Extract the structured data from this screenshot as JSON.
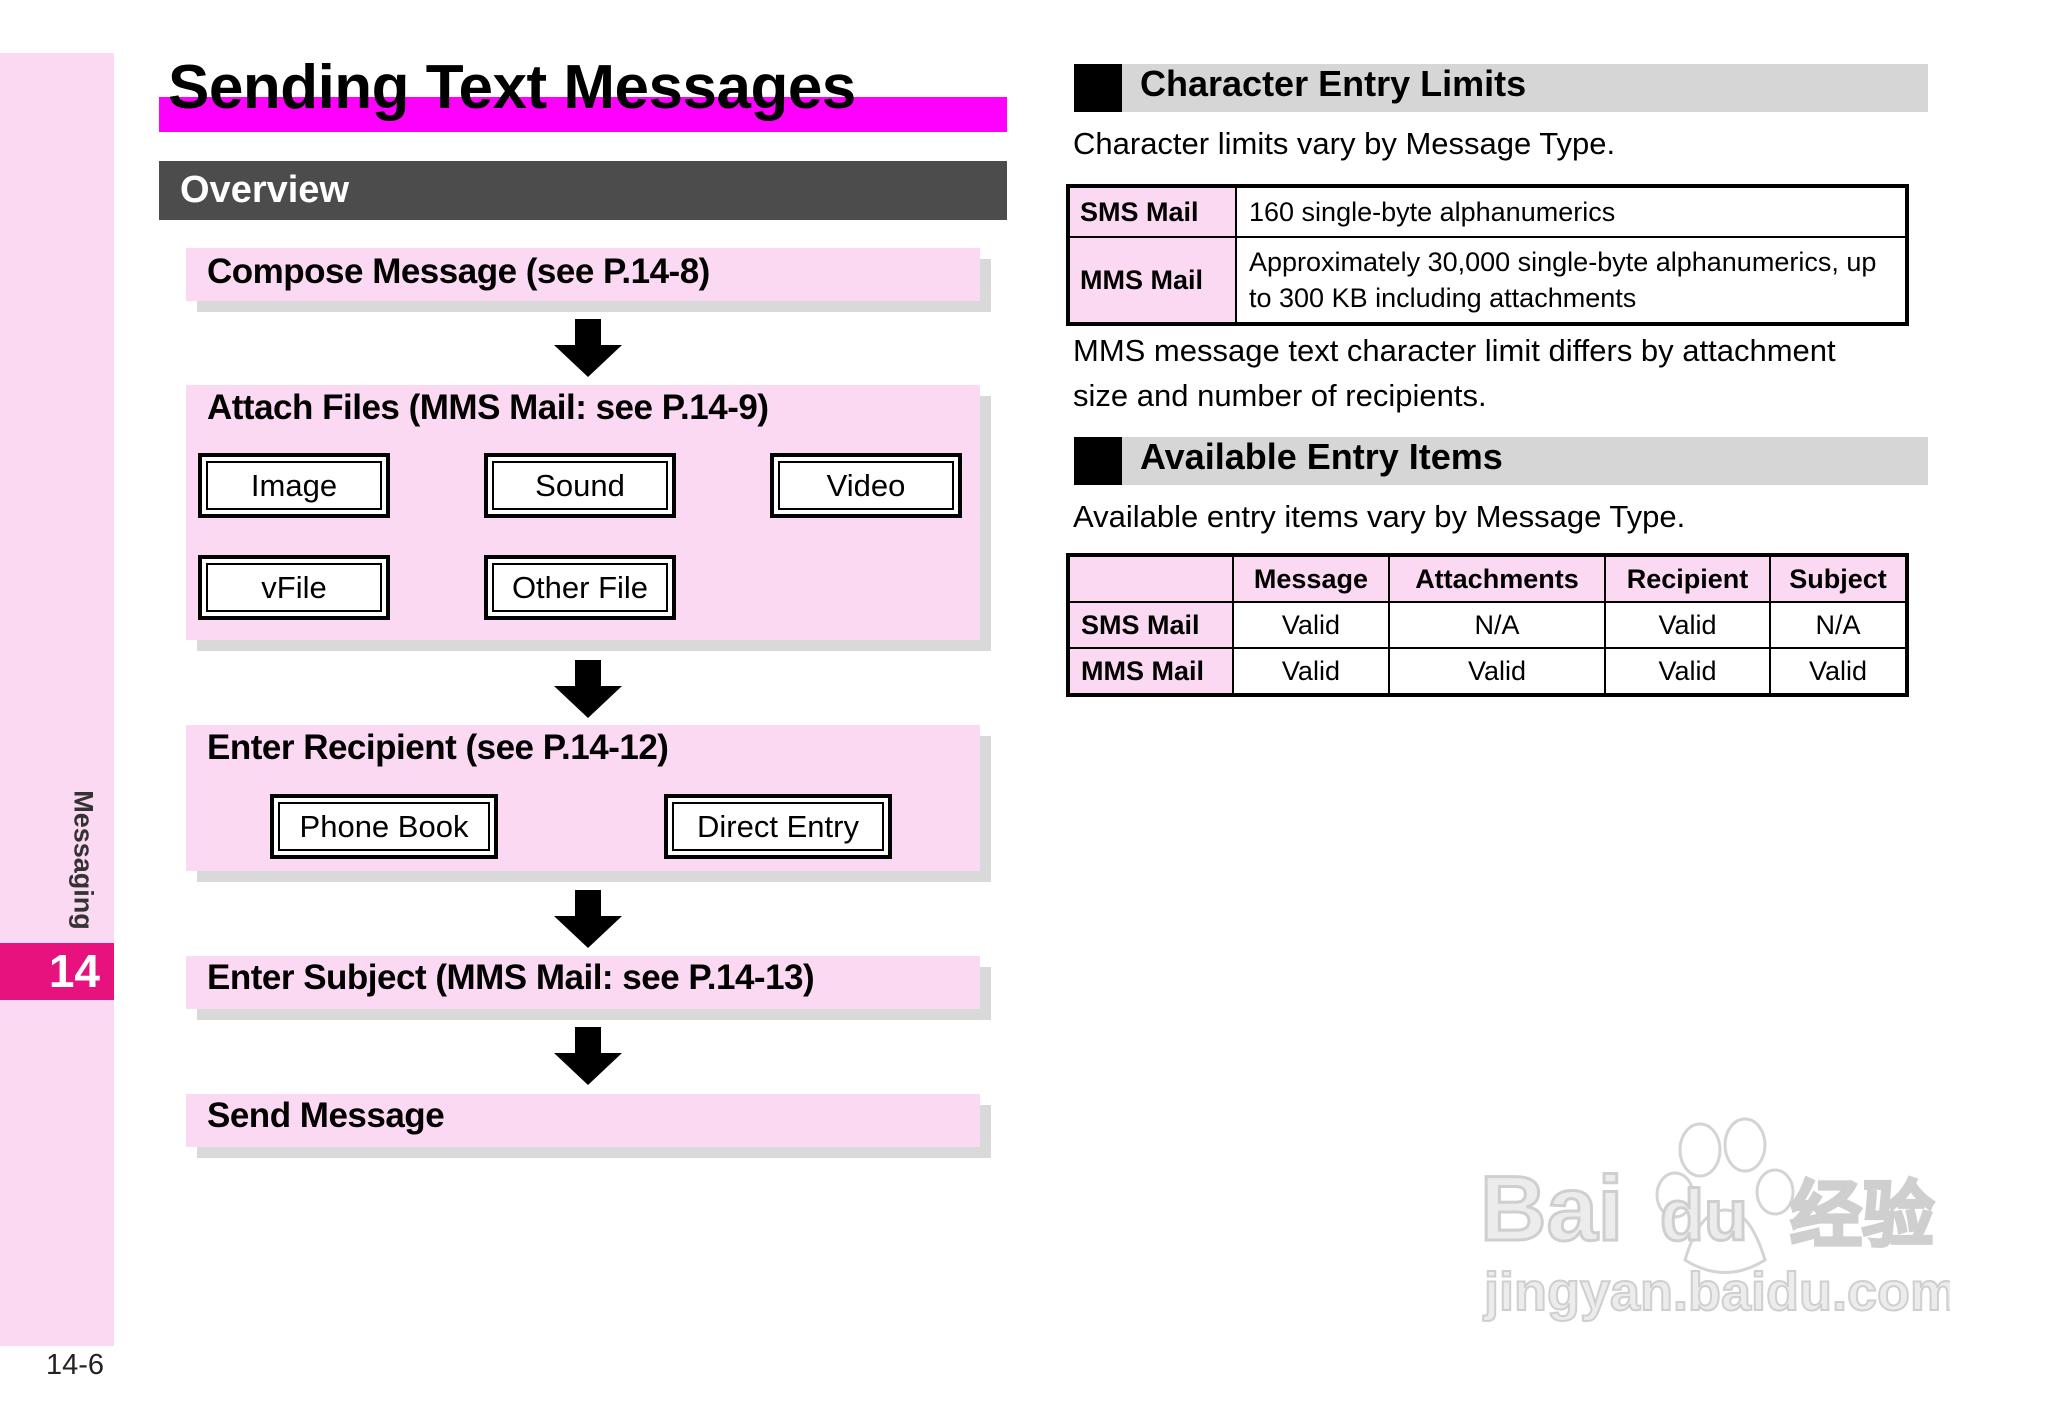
{
  "side": {
    "label": "Messaging",
    "chapter": "14",
    "page_number": "14-6"
  },
  "title": "Sending Text Messages",
  "overview": "Overview",
  "flow": {
    "compose": "Compose Message (see P.14-8)",
    "attach": "Attach Files (MMS Mail: see P.14-9)",
    "attach_options": [
      "Image",
      "Sound",
      "Video",
      "vFile",
      "Other File"
    ],
    "recipient": "Enter Recipient (see P.14-12)",
    "recipient_options": [
      "Phone Book",
      "Direct Entry"
    ],
    "subject": "Enter Subject (MMS Mail: see P.14-13)",
    "send": "Send Message"
  },
  "limits": {
    "heading": "Character Entry Limits",
    "intro": "Character limits vary by Message Type.",
    "rows": [
      {
        "label": "SMS Mail",
        "value": "160 single-byte alphanumerics"
      },
      {
        "label": "MMS Mail",
        "value": "Approximately 30,000 single-byte alphanumerics, up to 300 KB including attachments"
      }
    ],
    "note": "MMS message text character limit differs by attachment size and number of recipients."
  },
  "items": {
    "heading": "Available Entry Items",
    "intro": "Available entry items vary by Message Type.",
    "columns": [
      "",
      "Message",
      "Attachments",
      "Recipient",
      "Subject"
    ],
    "rows": [
      [
        "SMS Mail",
        "Valid",
        "N/A",
        "Valid",
        "N/A"
      ],
      [
        "MMS Mail",
        "Valid",
        "Valid",
        "Valid",
        "Valid"
      ]
    ]
  },
  "watermark": {
    "brand": "Bai du 经验",
    "url": "jingyan.baidu.com"
  },
  "colors": {
    "pink_light": "#fcd9f2",
    "magenta": "#ff00ff",
    "chapter_pink": "#e8127f",
    "dark_gray": "#4c4c4c"
  }
}
